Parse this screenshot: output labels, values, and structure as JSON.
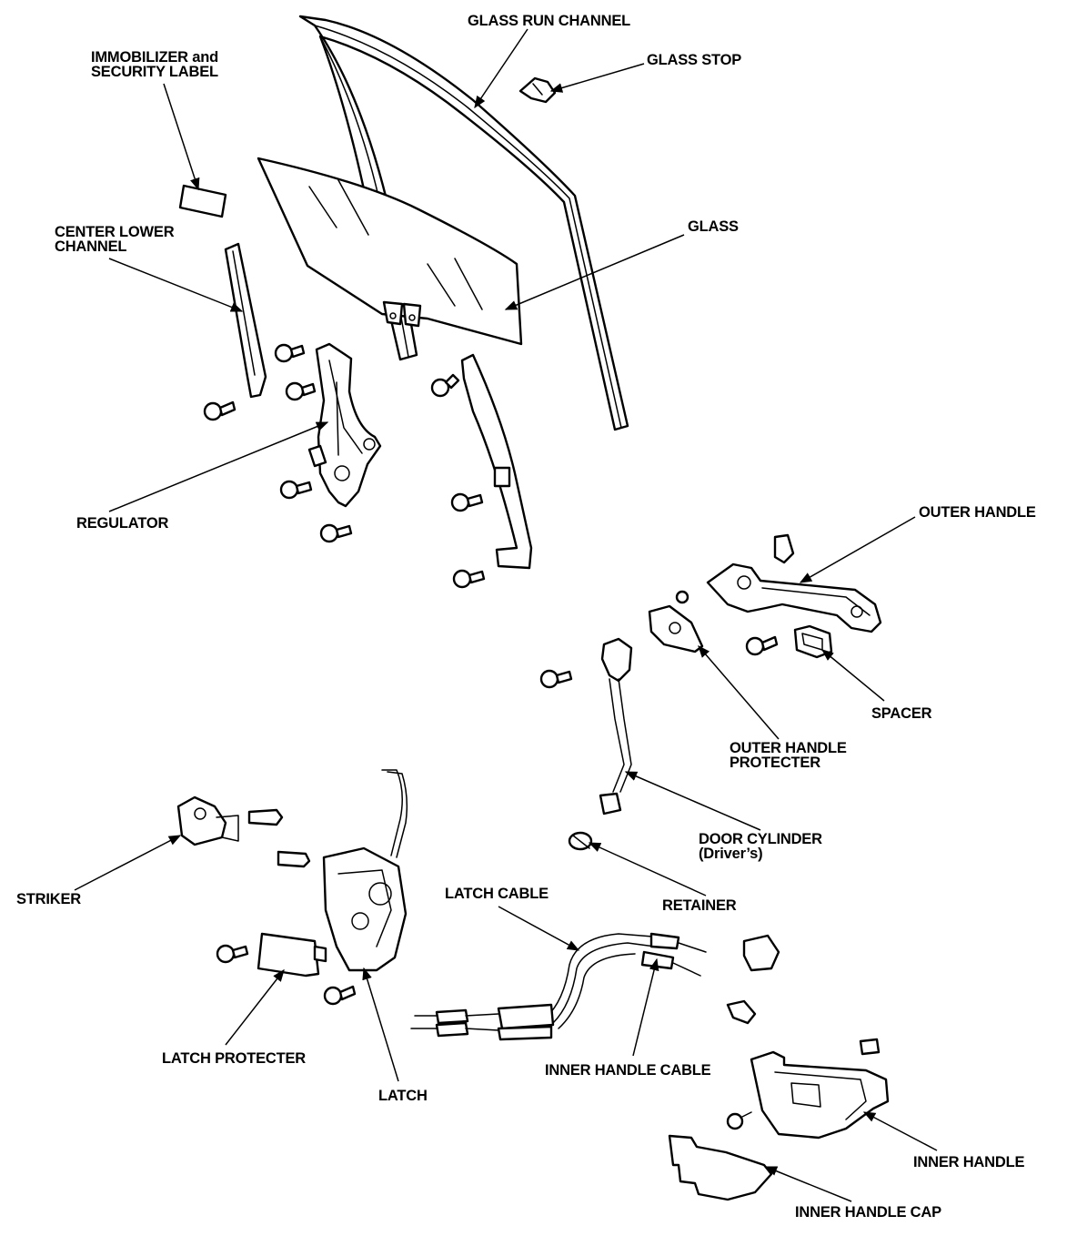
{
  "diagram": {
    "labels": {
      "glass_run_channel": "GLASS RUN CHANNEL",
      "glass_stop": "GLASS STOP",
      "immobilizer_line1": "IMMOBILIZER and",
      "immobilizer_line2": "SECURITY LABEL",
      "center_lower_line1": "CENTER LOWER",
      "center_lower_line2": "CHANNEL",
      "glass": "GLASS",
      "regulator": "REGULATOR",
      "outer_handle": "OUTER HANDLE",
      "spacer": "SPACER",
      "outer_handle_protecter_line1": "OUTER HANDLE",
      "outer_handle_protecter_line2": "PROTECTER",
      "door_cylinder_line1": "DOOR CYLINDER",
      "door_cylinder_line2": "(Driver’s)",
      "retainer": "RETAINER",
      "striker": "STRIKER",
      "latch_cable": "LATCH CABLE",
      "latch_protecter": "LATCH PROTECTER",
      "latch": "LATCH",
      "inner_handle_cable": "INNER HANDLE CABLE",
      "inner_handle": "INNER HANDLE",
      "inner_handle_cap": "INNER HANDLE CAP"
    }
  }
}
